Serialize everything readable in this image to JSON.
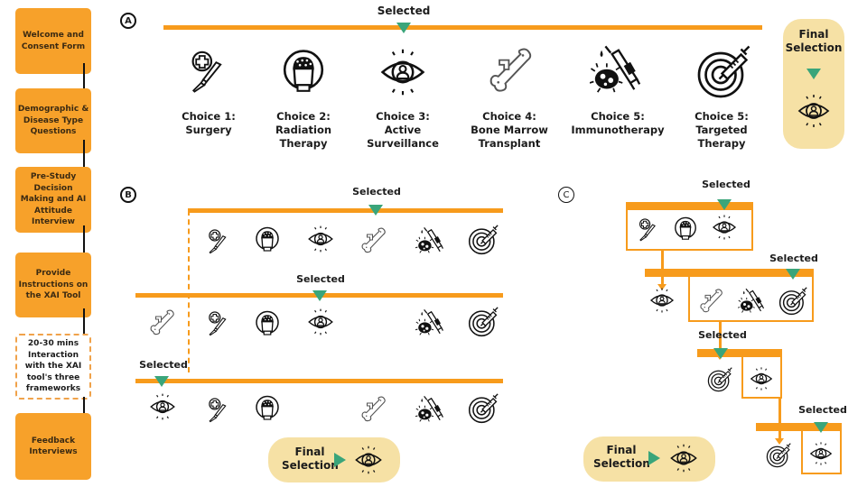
{
  "flow": {
    "steps": [
      {
        "label": "Welcome and Consent Form"
      },
      {
        "label": "Demographic & Disease Type Questions"
      },
      {
        "label": "Pre-Study Decision Making and AI Attitude Interview"
      },
      {
        "label": "Provide Instructions on the XAI Tool"
      },
      {
        "label": "20-30 mins Interaction with the XAI tool's three frameworks"
      },
      {
        "label": "Feedback Interviews"
      }
    ]
  },
  "colors": {
    "orange": "#f79b1c",
    "step_orange": "#f7a12a",
    "green_marker": "#3aa57a",
    "final_pill": "#f6e1a5"
  },
  "panelA": {
    "letter": "A",
    "selected_label": "Selected",
    "choices": [
      {
        "line1": "Choice 1:",
        "line2": "Surgery",
        "line3": "",
        "icon": "surgery-scalpel-icon"
      },
      {
        "line1": "Choice 2:",
        "line2": "Radiation",
        "line3": "Therapy",
        "icon": "radiation-machine-icon"
      },
      {
        "line1": "Choice 3:",
        "line2": "Active",
        "line3": "Surveillance",
        "icon": "eye-surveillance-icon"
      },
      {
        "line1": "Choice 4:",
        "line2": "Bone Marrow",
        "line3": "Transplant",
        "icon": "bone-marrow-icon"
      },
      {
        "line1": "Choice 5:",
        "line2": "Immunotherapy",
        "line3": "",
        "icon": "immunotherapy-syringe-icon"
      },
      {
        "line1": "Choice 5:",
        "line2": "Targeted",
        "line3": "Therapy",
        "icon": "targeted-therapy-icon"
      }
    ],
    "selected_index": 2,
    "final": {
      "line1": "Final",
      "line2": "Selection",
      "icon": "eye-surveillance-icon"
    }
  },
  "panelB": {
    "letter": "B",
    "rounds": [
      {
        "selected_label": "Selected",
        "selected": "bone-marrow"
      },
      {
        "selected_label": "Selected",
        "selected": "active-surveillance"
      },
      {
        "selected_label": "Selected",
        "selected": "active-surveillance"
      }
    ],
    "final": {
      "line1": "Final",
      "line2": "Selection",
      "icon": "eye-surveillance-icon"
    }
  },
  "panelC": {
    "letter": "C",
    "rounds": [
      {
        "selected_label": "Selected",
        "selected": "active-surveillance"
      },
      {
        "selected_label": "Selected",
        "selected": "targeted-therapy"
      },
      {
        "selected_label": "Selected",
        "selected": "targeted-therapy"
      },
      {
        "selected_label": "Selected",
        "selected": "active-surveillance"
      }
    ],
    "final": {
      "line1": "Final",
      "line2": "Selection",
      "icon": "eye-surveillance-icon"
    }
  }
}
